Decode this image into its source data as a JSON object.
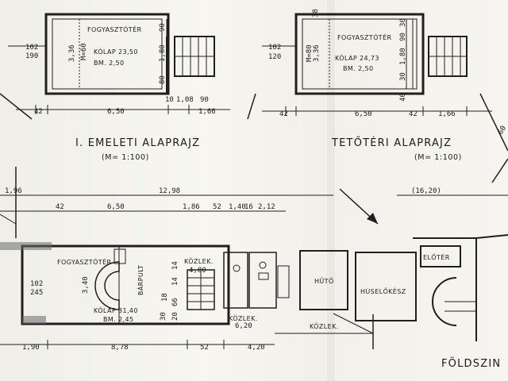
{
  "upper_left_plan": {
    "room_name": "FOGYASZTÓTÉR",
    "area": "KÓLAP 23,50",
    "height": "BM. 2,50",
    "door_note_a": "102",
    "door_note_b": "190",
    "dims_vertical": [
      "3,36",
      "M=60",
      "90",
      "1,80",
      "80"
    ],
    "dims_horizontal": [
      "6,50",
      "42",
      "10",
      "1,08",
      "90",
      "1,66"
    ],
    "title": "I. EMELETI ALAPRAJZ",
    "scale": "(M= 1:100)"
  },
  "upper_right_plan": {
    "room_name": "FOGYASZTÓTÉR",
    "area": "KÓLAP 24,73",
    "height": "BM. 2,50",
    "door_note_a": "102",
    "door_note_b": "120",
    "dims_vertical": [
      "38",
      "3,36",
      "M=80",
      "30",
      "90",
      "1,80",
      "30",
      "40"
    ],
    "dims_horizontal": [
      "42",
      "6,50",
      "42",
      "1,66"
    ],
    "title": "TETŐTÉRI ALAPRAJZ",
    "scale": "(M= 1:100)",
    "edge_label": "60"
  },
  "ground_plan": {
    "total_dims": [
      "1,96",
      "12,98",
      "(16,20)"
    ],
    "row_dims": [
      "42",
      "6,50",
      "1,86",
      "52",
      "1,40",
      "16",
      "2,12"
    ],
    "rooms": {
      "fogyaszto": "FOGYASZTÓTÉR",
      "bar": "BÁRPULT",
      "kozlek1": "KÖZLEK.",
      "kozlek1_size": "4,80",
      "kozlek2": "KÖZLEK.",
      "kozlek2_size": "6,20",
      "kozlek3": "KÖZLEK.",
      "huto": "HŰTŐ",
      "husel": "HÚSELŐKÉSZ",
      "eloter": "ELŐTÉR"
    },
    "area": "KÓLAP 31,40",
    "height": "BM. 2,45",
    "door_note_a": "102",
    "door_note_b": "245",
    "side_dims": [
      "3,40",
      "14",
      "14",
      "18",
      "66",
      "30",
      "20"
    ],
    "bottom_dims": [
      "1,90",
      "8,78",
      "52",
      "4,20"
    ],
    "title": "FÖLDSZIN"
  }
}
